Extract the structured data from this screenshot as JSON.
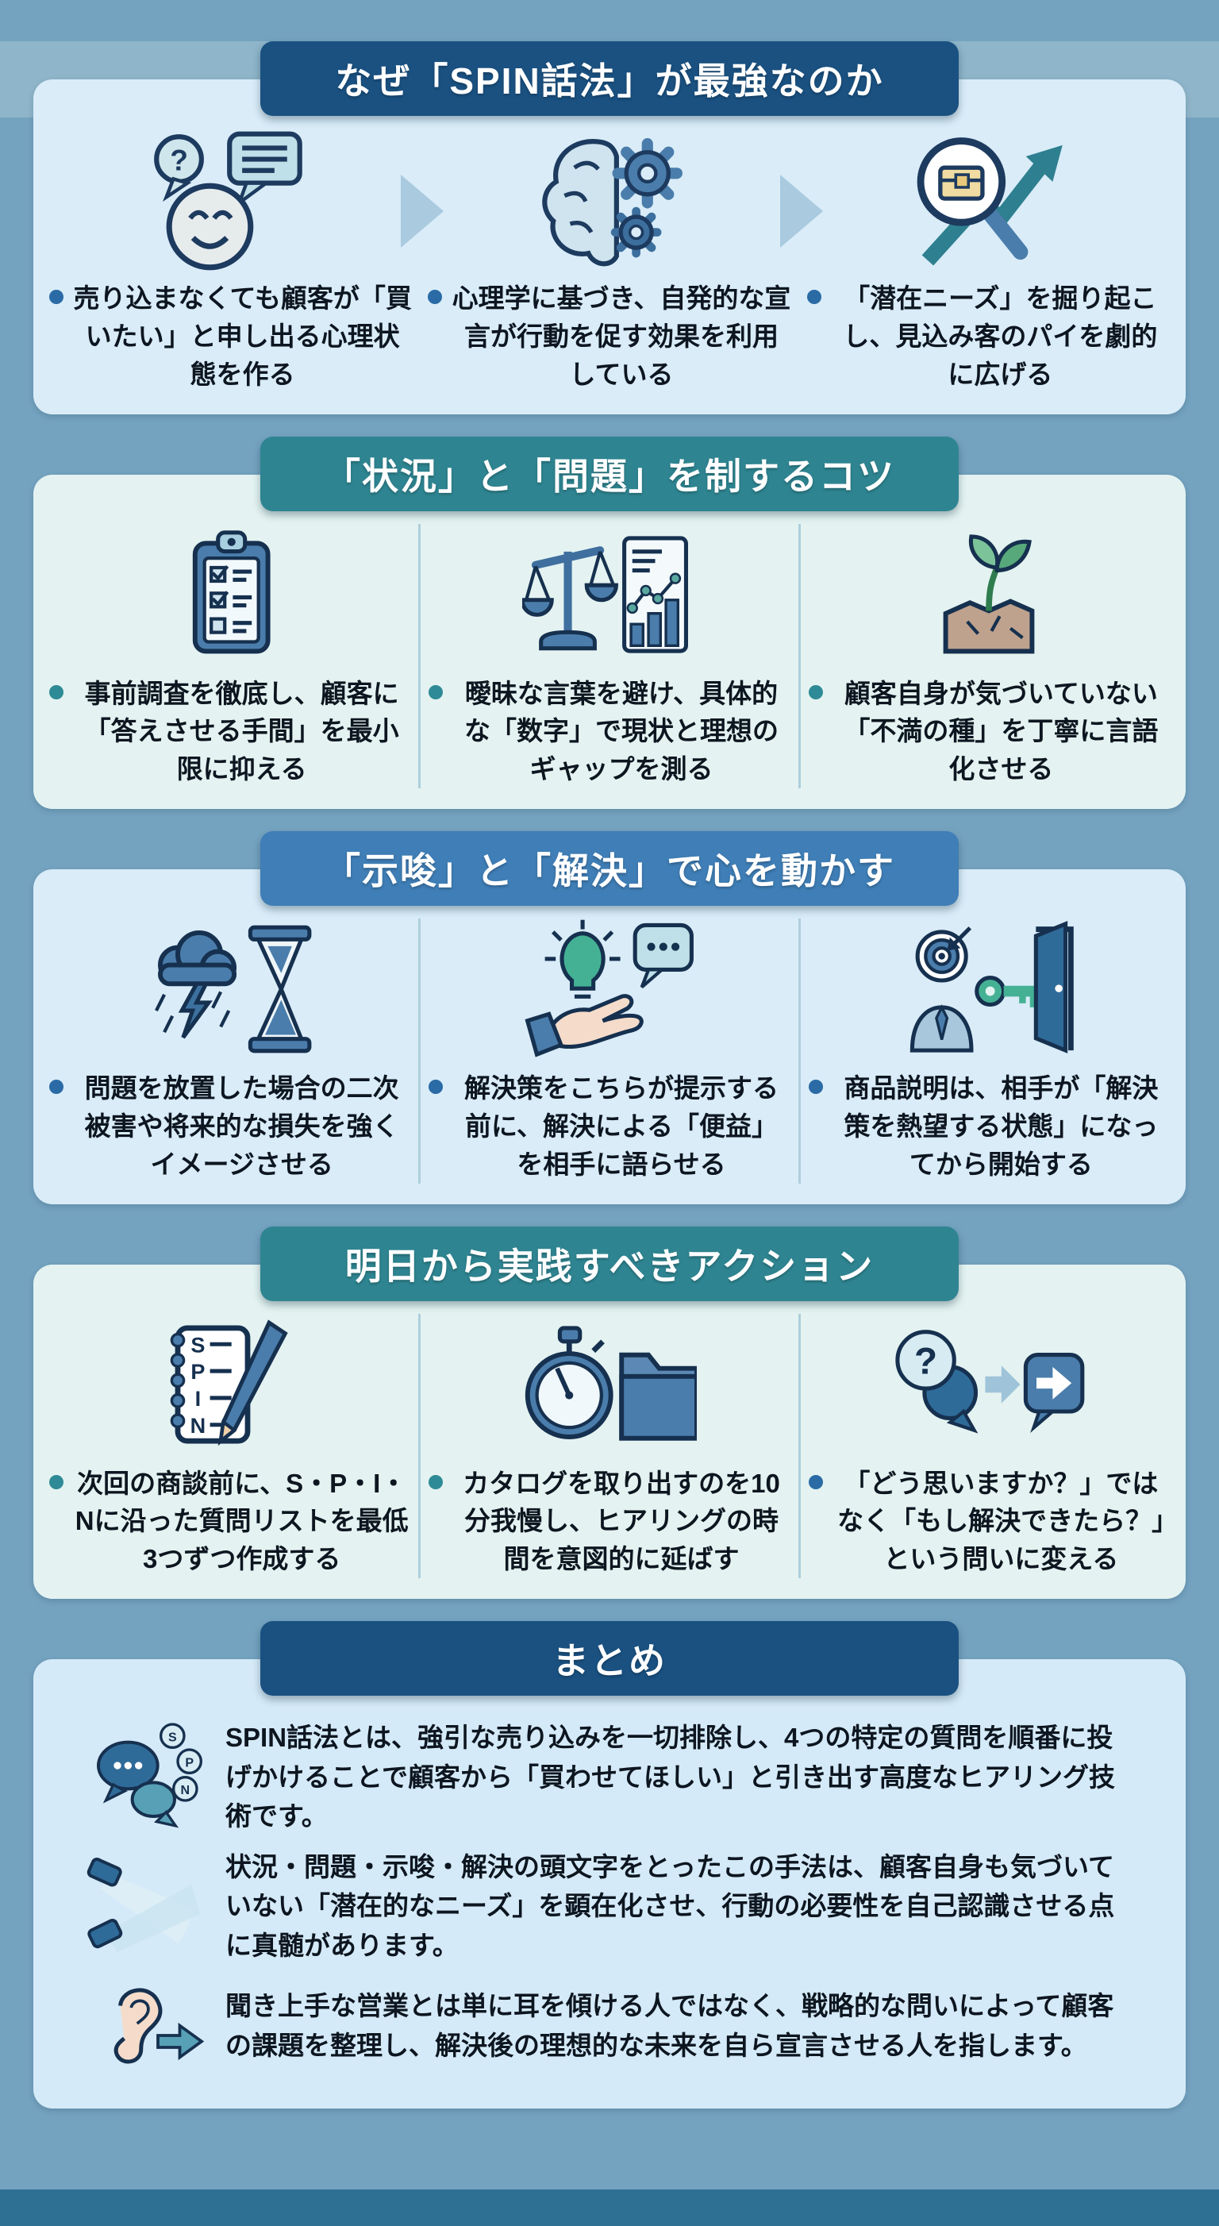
{
  "colors": {
    "page_background": "#74a3c0",
    "top_band": "#8fb5ca",
    "bottom_band": "#2e7094",
    "banner_navy": "#1a5181",
    "banner_teal": "#2e8591",
    "banner_blue": "#3f7eb6",
    "card_blue": "#d9ecf8",
    "card_teal": "#e4f3f1",
    "bullet_blue": "#2a6ba6",
    "bullet_teal": "#2e8a96",
    "divider": "#aecfdc",
    "text": "#0d1620"
  },
  "sections": [
    {
      "title": "なぜ「SPIN話法」が最強なのか",
      "theme": "navy",
      "items": [
        {
          "icon": "smiley-chat-bubbles-icon",
          "text": "売り込まなくても顧客が「買いたい」と申し出る心理状態を作る"
        },
        {
          "icon": "brain-gears-icon",
          "text": "心理学に基づき、自発的な宣言が行動を促す効果を利用している"
        },
        {
          "icon": "magnifier-treasure-growth-arrow-icon",
          "text": "「潜在ニーズ」を掘り起こし、見込み客のパイを劇的に広げる"
        }
      ]
    },
    {
      "title": "「状況」と「問題」を制するコツ",
      "theme": "teal",
      "items": [
        {
          "icon": "checklist-clipboard-icon",
          "text": "事前調査を徹底し、顧客に「答えさせる手間」を最小限に抑える"
        },
        {
          "icon": "balance-scale-chart-icon",
          "text": "曖昧な言葉を避け、具体的な「数字」で現状と理想のギャップを測る"
        },
        {
          "icon": "sprout-soil-icon",
          "text": "顧客自身が気づいていない「不満の種」を丁寧に言語化させる"
        }
      ]
    },
    {
      "title": "「示唆」と「解決」で心を動かす",
      "theme": "blue",
      "items": [
        {
          "icon": "storm-hourglass-icon",
          "text": "問題を放置した場合の二次被害や将来的な損失を強くイメージさせる"
        },
        {
          "icon": "hand-lightbulb-speech-icon",
          "text": "解決策をこちらが提示する前に、解決による「便益」を相手に語らせる"
        },
        {
          "icon": "target-key-door-icon",
          "text": "商品説明は、相手が「解決策を熱望する状態」になってから開始する"
        }
      ]
    },
    {
      "title": "明日から実践すべきアクション",
      "theme": "teal",
      "items": [
        {
          "icon": "spin-notebook-pen-icon",
          "text": "次回の商談前に、S・P・I・Nに沿った質問リストを最低3つずつ作成する"
        },
        {
          "icon": "stopwatch-folder-icon",
          "text": "カタログを取り出すのを10分我慢し、ヒアリングの時間を意図的に延ばす"
        },
        {
          "icon": "question-to-answer-bubbles-icon",
          "text": "「どう思いますか？」ではなく「もし解決できたら？」という問いに変える"
        }
      ]
    }
  ],
  "summary": {
    "title": "まとめ",
    "theme": "navy",
    "paragraphs": [
      {
        "icon": "spin-chat-bubbles-icon",
        "text": "SPIN話法とは、強引な売り込みを一切排除し、4つの特定の質問を順番に投げかけることで顧客から「買わせてほしい」と引き出す高度なヒアリング技術です。"
      },
      {
        "icon": "spotlights-icon",
        "text": "状況・問題・示唆・解決の頭文字をとったこの手法は、顧客自身も気づいていない「潜在的なニーズ」を顕在化させ、行動の必要性を自己認識させる点に真髄があります。"
      },
      {
        "icon": "ear-arrow-icon",
        "text": "聞き上手な営業とは単に耳を傾ける人ではなく、戦略的な問いによって顧客の課題を整理し、解決後の理想的な未来を自ら宣言させる人を指します。"
      }
    ]
  }
}
